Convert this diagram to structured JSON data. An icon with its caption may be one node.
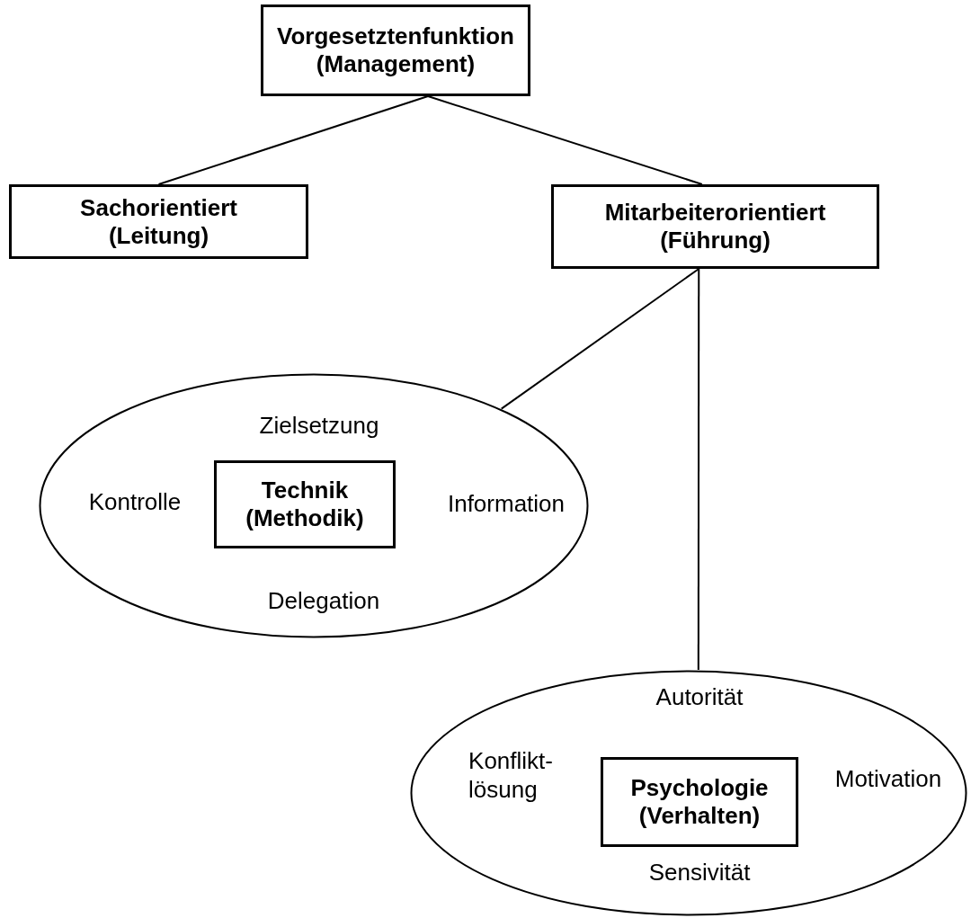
{
  "diagram": {
    "nodes": [
      {
        "text": [
          "Vorgesetztenfunktion (Management)"
        ]
      },
      {
        "text": [
          "Sachorientiert (Leitung)"
        ]
      },
      {
        "text": [
          "Mitarbeiterorientiert (Führung)"
        ]
      },
      {
        "text": [
          "Zielsetzung",
          "Kontrolle",
          "Information",
          "Delegation"
        ]
      },
      {
        "text": [
          "Technik (Methodik)"
        ],
        "in": 3
      },
      {
        "text": [
          "Autorität",
          "Konflikt- lösung",
          "Motivation",
          "Sensivität"
        ]
      },
      {
        "text": [
          "Psychologie (Verhalten)"
        ],
        "in": 5
      }
    ],
    "edges": [
      {
        "from": 0,
        "to": 1,
        "arrow": "none"
      },
      {
        "from": 0,
        "to": 2,
        "arrow": "none"
      },
      {
        "from": 2,
        "to": 3,
        "arrow": "none"
      },
      {
        "from": 2,
        "to": 5,
        "arrow": "none"
      }
    ]
  }
}
